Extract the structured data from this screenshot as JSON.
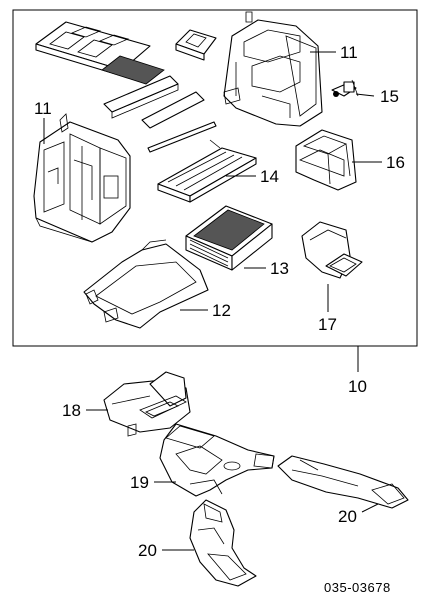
{
  "callouts": {
    "c11_top": "11",
    "c15": "15",
    "c11_left": "11",
    "c16": "16",
    "c14": "14",
    "c13": "13",
    "c12": "12",
    "c17": "17",
    "c10": "10",
    "c18": "18",
    "c19": "19",
    "c20_right": "20",
    "c20_bottom": "20"
  },
  "diagram_code": "035-03678"
}
